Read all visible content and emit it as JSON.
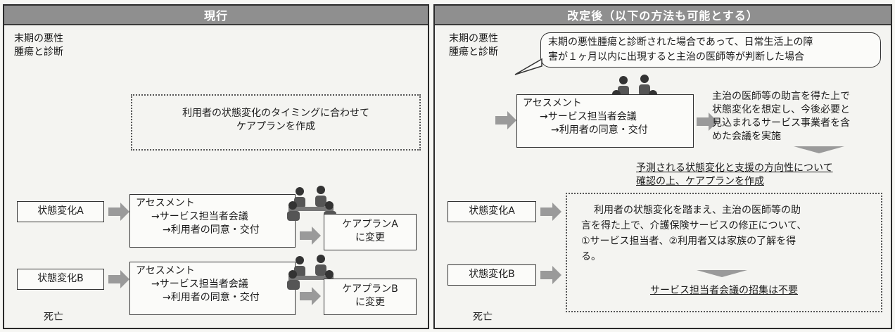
{
  "left": {
    "header": "現行",
    "diagnosis": [
      "末期の悪性",
      "腫瘍と診断"
    ],
    "timing_note": [
      "利用者の状態変化のタイミングに合わせて",
      "ケアプランを作成"
    ],
    "state_a": "状態変化A",
    "state_b": "状態変化B",
    "process_a": [
      "アセスメント",
      "→サービス担当者会議",
      "→利用者の同意・交付"
    ],
    "process_b": [
      "アセスメント",
      "→サービス担当者会議",
      "→利用者の同意・交付"
    ],
    "result_a": [
      "ケアプランA",
      "に変更"
    ],
    "result_b": [
      "ケアプランB",
      "に変更"
    ],
    "death": "死亡"
  },
  "right": {
    "header": "改定後（以下の方法も可能とする）",
    "diagnosis": [
      "末期の悪性",
      "腫瘍と診断"
    ],
    "callout": [
      "末期の悪性腫瘍と診断された場合であって、日常生活上の障",
      "害が１ヶ月以内に出現すると主治の医師等が判断した場合"
    ],
    "process": [
      "アセスメント",
      "→サービス担当者会議",
      "→利用者の同意・交付"
    ],
    "meeting_note": [
      "主治の医師等の助言を得た上で",
      "状態変化を想定し、今後必要と",
      "見込まれるサービス事業者を含",
      "めた会議を実施"
    ],
    "prediction": [
      "予測される状態変化と支援の方向性について",
      "確認の上、ケアプランを作成"
    ],
    "state_a": "状態変化A",
    "state_b": "状態変化B",
    "change_note": [
      "利用者の状態変化を踏まえ、主治の医師等の助",
      "言を得た上で、介護保険サービスの修正について、",
      "①サービス担当者、②利用者又は家族の了解を得",
      "る。"
    ],
    "no_meeting": "サービス担当者会議の招集は不要",
    "death": "死亡"
  }
}
